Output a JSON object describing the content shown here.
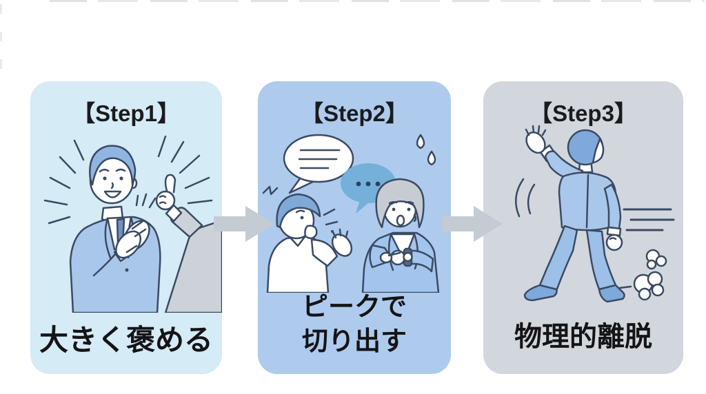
{
  "infographic": {
    "steps": [
      {
        "title": "【Step1】",
        "caption": "大きく褒める",
        "illustration": "man-in-suit-clapping-with-praise-burst-and-thumbs-up",
        "card_color": "#d5ebf5"
      },
      {
        "title": "【Step2】",
        "caption_lines": [
          "ピークで",
          "切り出す"
        ],
        "illustration": "man-talking-excitedly-woman-checking-watch",
        "card_color": "#aecbee"
      },
      {
        "title": "【Step3】",
        "caption": "物理的離脱",
        "illustration": "man-walking-away-waving",
        "card_color": "#d2d7de"
      }
    ],
    "colors": {
      "background": "#ffffff",
      "text": "#1b1b1d",
      "arrow": "#c4cbd3",
      "outline": "#3a4a63"
    }
  }
}
